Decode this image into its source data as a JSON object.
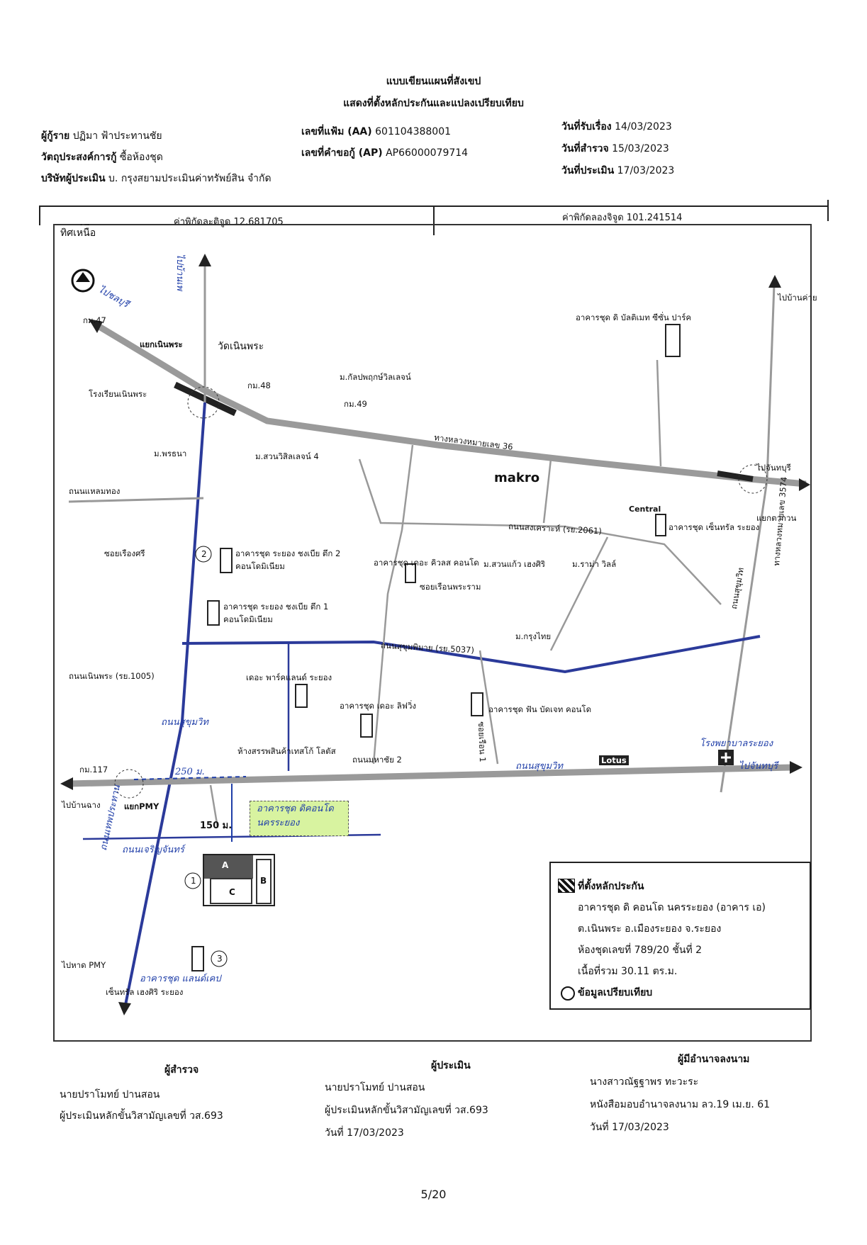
{
  "header": {
    "title_line1": "แบบเขียนแผนที่สังเขป",
    "title_line2": "แสดงที่ตั้งหลักประกันและแปลงเปรียบเทียบ",
    "borrower_label": "ผู้กู้ราย",
    "borrower_value": "ปฏิมา ฟ้าประทานชัย",
    "purpose_label": "วัตถุประสงค์การกู้",
    "purpose_value": "ซื้อห้องชุด",
    "appraiser_co_label": "บริษัทผู้ประเมิน",
    "appraiser_co_value": "บ. กรุงสยามประเมินค่าทรัพย์สิน จำกัด",
    "file_no_label": "เลขที่แฟ้ม (AA)",
    "file_no_value": "601104388001",
    "request_no_label": "เลขที่คำขอกู้ (AP)",
    "request_no_value": "AP66000079714",
    "received_label": "วันที่รับเรื่อง",
    "received_value": "14/03/2023",
    "survey_label": "วันที่สำรวจ",
    "survey_value": "15/03/2023",
    "appraisal_label": "วันที่ประเมิน",
    "appraisal_value": "17/03/2023"
  },
  "coords": {
    "lat": "ค่าพิกัดละติจูด 12.681705",
    "lng": "ค่าพิกัดลองจิจูด 101.241514"
  },
  "map": {
    "north": "ทิศเหนือ",
    "labels": {
      "to_ban_phe": "ไปบ้านเพ",
      "to_chonburi": "ไปชลบุรี",
      "to_ban_khai": "ไปบ้านค่าย",
      "to_chanthaburi_top": "ไปจันทบุรี",
      "to_chanthaburi_bottom": "ไปจันทบุรี",
      "to_ban_chang": "ไปบ้านฉาง",
      "to_pmy_beach": "ไปหาด PMY",
      "junction_noen_phra": "แยกเนินพระ",
      "junction_pmy": "แยกPMY",
      "junction_bottom_right": "แยกตากวน",
      "km47": "กม.47",
      "km48": "กม.48",
      "km49": "กม.49",
      "km117": "กม.117",
      "wat": "วัดเนินพระ",
      "school": "โรงเรียนเนินพระ",
      "highway36": "ทางหลวงหมายเลข 36",
      "village_kanlapaphruek": "ม.กัลปพฤกษ์วิลเลจน์",
      "village_pornsawan": "ม.พรธนา",
      "village_suan_thip": "ม.สวนวิสิลเลจน์ 4",
      "village_suan_kaew": "ม.สวนแก้ว เฮงศิริ",
      "village_chaopraya": "ม.ราม่า วิลล์",
      "village_krungthai": "ม.กรุงไทย",
      "road_laem_thong": "ถนนแหลมทอง",
      "road_noen_phra": "ถนนเนินพระ (รย.1005)",
      "road_sukhumvit_top": "ถนนสุขุมพิมาย (รย.5037)",
      "road_sukhumvit_main": "ถนนสุขุมวิท",
      "road_sukhumvit_side": "ถนนสุขุมวิท",
      "road_khao_sok": "ถนนมหาชัย 2",
      "road_chandra": "ถนนเจริญจันทร์",
      "road_songkhram": "ถนนสงเคราะห์ (รย.2061)",
      "road_pmy": "ถนนเทพประทาน",
      "road_route3574": "ทางหลวงหมายเลข 3574",
      "road_sukhumvit_right": "ถนนสุขุมวิท",
      "soi_moo": "ซอยเรืองศรี",
      "soi_thanon": "ซอยเรือนพระราม",
      "soi_yang": "ซอยเรือน 1",
      "tesco": "ห้างสรรพสินค้าเทสโก้ โลตัส",
      "hospital": "โรงพยาบาลระยอง",
      "condo_top_right": "อาคารชุด ดิ บัลติเมท ซีซั่น ปาร์ค",
      "condo2": "อาคารชุด ระยอง ชงเบีย ตึก 2 คอนโดมิเนียม",
      "condo_rayong1": "อาคารชุด ระยอง ชงเบีย ตึก 1 คอนโดมิเนียม",
      "condo_central": "อาคารชุด เซ็นทรัล ระยอง",
      "condo_mid": "อาคารชุด เดอะ คิวลส คอนโด",
      "condo_puri": "เดอะ พาร์คแลนด์ ระยอง",
      "condo_chain": "อาคารชุด เดอะ ลิฟวิ่ง",
      "condo_fun": "อาคารชุด ฟัน บัดเจท คอนโด",
      "condo3": "อาคารชุด แลนด์เคป",
      "condo3_sub": "เซ็นทรัล เฮงศิริ ระยอง",
      "makro": "makro",
      "central": "Central",
      "lotus": "Lotus",
      "hand_subject": "อาคารชุด ดิคอนโด นครระยอง",
      "hand_sukhumvit": "ถนนสุขุมวิท",
      "hand_dist1": "250 ม.",
      "hand_dist2": "150 ม.",
      "marker_1": "1",
      "marker_2": "2",
      "marker_3": "3",
      "marker_a": "A",
      "marker_b": "B",
      "marker_c": "C"
    }
  },
  "legend": {
    "collateral_label": "ที่ตั้งหลักประกัน",
    "line1": "อาคารชุด ดิ คอนโด นครระยอง (อาคาร เอ)",
    "line2": "ต.เนินพระ อ.เมืองระยอง จ.ระยอง",
    "line3": "ห้องชุดเลขที่ 789/20 ชั้นที่ 2",
    "line4": "เนื้อที่รวม 30.11 ตร.ม.",
    "compare_label": "ข้อมูลเปรียบเทียบ"
  },
  "footer": {
    "surveyor_title": "ผู้สำรวจ",
    "surveyor_name": "นายปราโมทย์ ปานสอน",
    "surveyor_license": "ผู้ประเมินหลักขั้นวิสามัญเลขที่ วส.693",
    "appraiser_title": "ผู้ประเมิน",
    "appraiser_name": "นายปราโมทย์ ปานสอน",
    "appraiser_license": "ผู้ประเมินหลักขั้นวิสามัญเลขที่ วส.693",
    "appraiser_date": "วันที่ 17/03/2023",
    "signer_title": "ผู้มีอำนาจลงนาม",
    "signer_name": "นางสาวณัฐฐาพร ทะวะระ",
    "signer_auth": "หนังสือมอบอำนาจลงนาม ลว.19 เม.ย. 61",
    "signer_date": "วันที่ 17/03/2023",
    "page_no": "5/20"
  },
  "colors": {
    "road_blue": "#2b3a9a",
    "road_gray": "#9a9a9a",
    "highlight": "#d8f3a0",
    "handwriting": "#1f3ea8"
  }
}
